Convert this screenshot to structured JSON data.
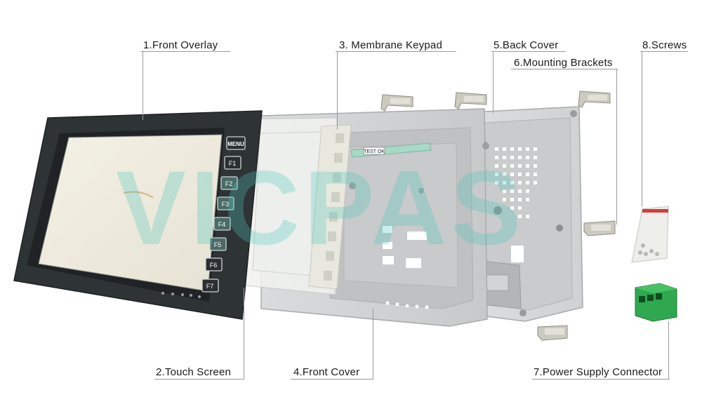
{
  "labels": {
    "front_overlay": "1.Front Overlay",
    "touch_screen": "2.Touch Screen",
    "membrane_keypad": "3. Membrane Keypad",
    "front_cover": "4.Front Cover",
    "back_cover": "5.Back Cover",
    "mounting_brackets": "6.Mounting Brackets",
    "power_supply_connector": "7.Power Supply Connector",
    "screws": "8.Screws"
  },
  "keys": [
    "MENU",
    "F1",
    "F2",
    "F3",
    "F4",
    "F5",
    "F6",
    "F7"
  ],
  "keypad_tag": "TEST OK",
  "watermark": "VICPAS",
  "colors": {
    "bezel": "#2e3336",
    "key_green": "#4a6b66",
    "connector": "#2fa84f",
    "watermark": "#50c8be"
  }
}
